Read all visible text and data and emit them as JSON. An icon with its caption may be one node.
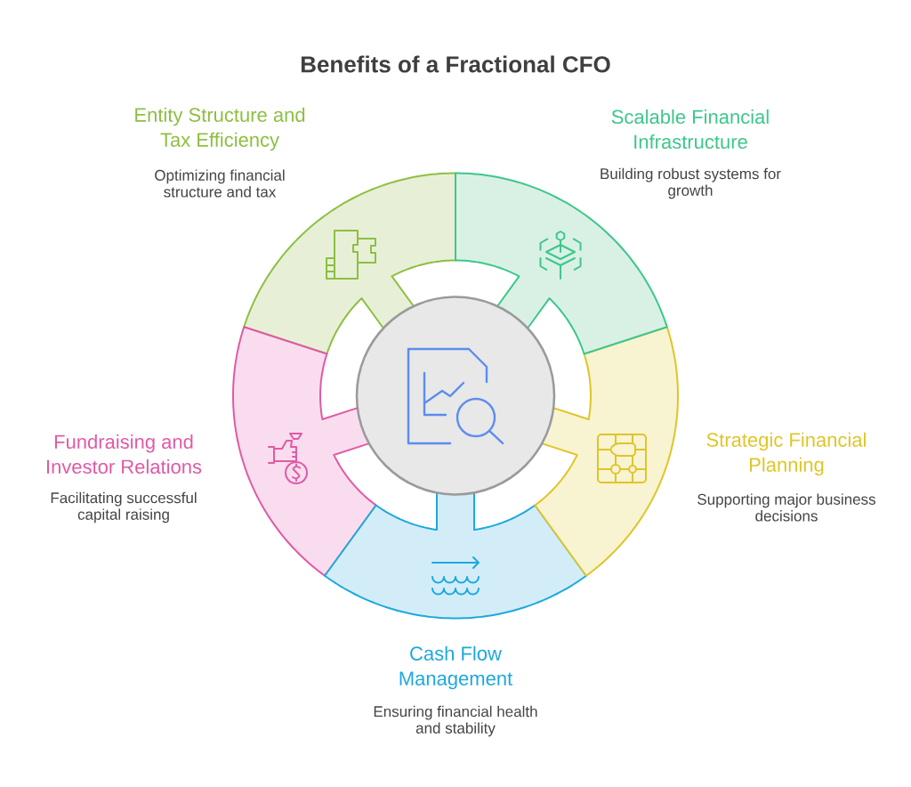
{
  "diagram": {
    "title": "Benefits of a Fractional CFO",
    "nodes": [
      {
        "text": [
          "Entity Structure and Tax Efficiency",
          "Optimizing financial structure and tax"
        ]
      },
      {
        "text": [
          "Scalable Financial Infrastructure",
          "Building robust systems for growth"
        ]
      },
      {
        "text": [],
        "shape": "circle"
      },
      {
        "text": [
          "Fundraising and Investor Relations",
          "Facilitating successful capital raising"
        ]
      },
      {
        "text": [
          "Strategic Financial Planning",
          "Supporting major business decisions"
        ]
      },
      {
        "text": [
          "Cash Flow Management",
          "Ensuring financial health and stability"
        ]
      }
    ]
  }
}
